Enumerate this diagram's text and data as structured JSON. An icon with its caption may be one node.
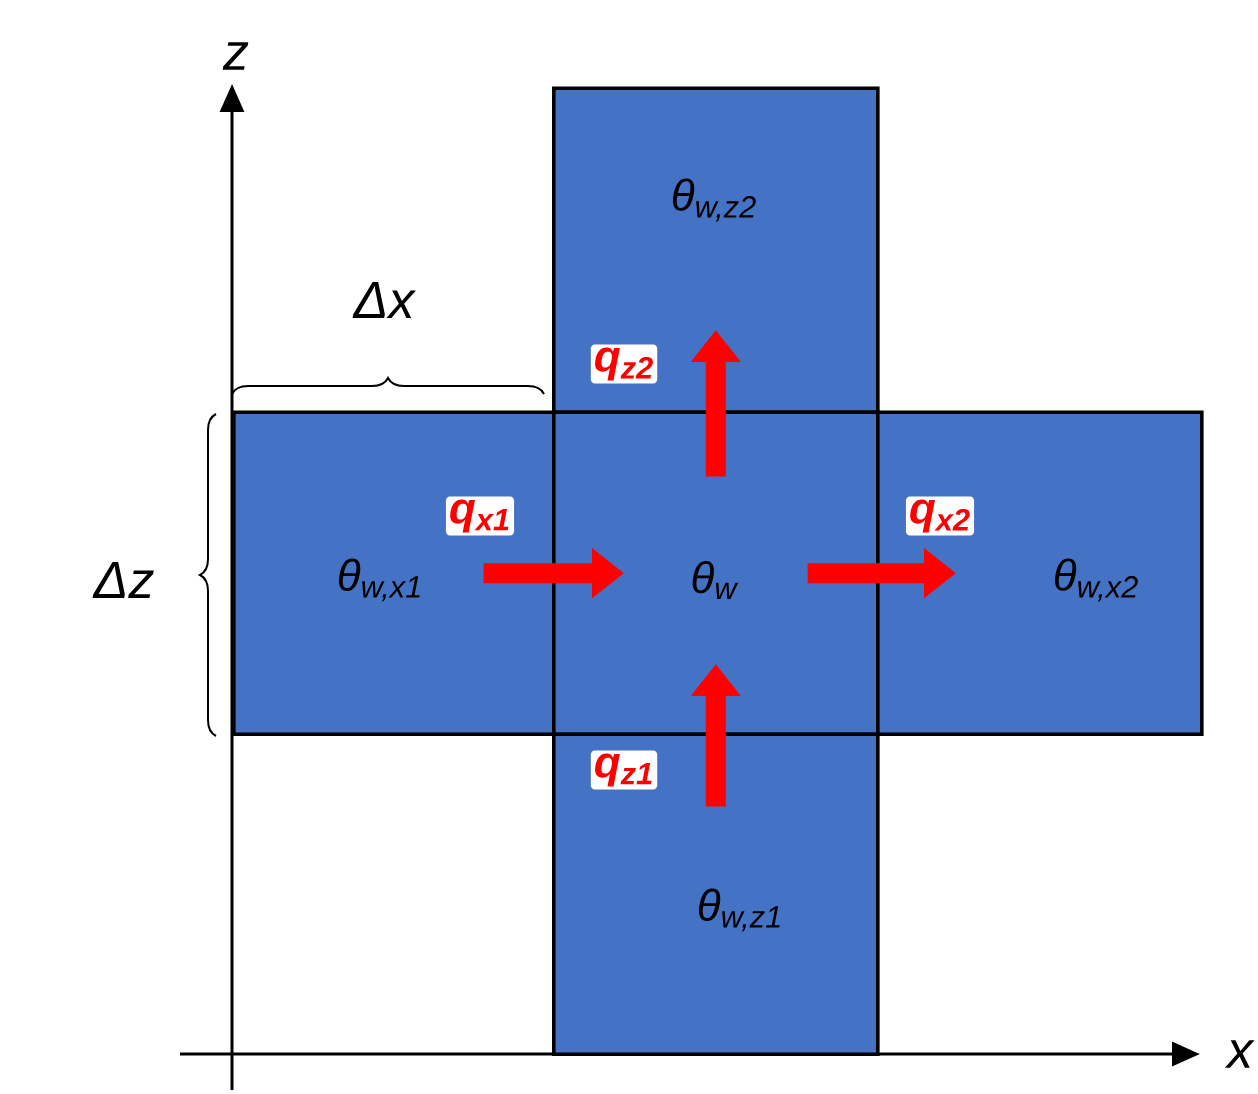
{
  "diagram": {
    "nodes": [
      {
        "text": [
          "θ$_{w,z2}$"
        ]
      },
      {
        "text": [
          "θ$_{w,x1}$"
        ]
      },
      {
        "text": [
          "θ$_{w}$"
        ]
      },
      {
        "text": [
          "θ$_{w,x2}$"
        ]
      },
      {
        "text": [
          "θ$_{w,z1}$"
        ]
      }
    ],
    "edges": [
      {
        "from": 1,
        "to": 2,
        "arrow": "to",
        "label": "q$_{x1}$"
      },
      {
        "from": 2,
        "to": 3,
        "arrow": "to",
        "label": "q$_{x2}$"
      },
      {
        "from": 4,
        "to": 2,
        "arrow": "to",
        "label": "q$_{z1}$"
      },
      {
        "from": 2,
        "to": 0,
        "arrow": "to",
        "label": "q$_{z2}$"
      }
    ],
    "labels": [
      "z",
      "Δx",
      "Δz",
      "x"
    ]
  }
}
